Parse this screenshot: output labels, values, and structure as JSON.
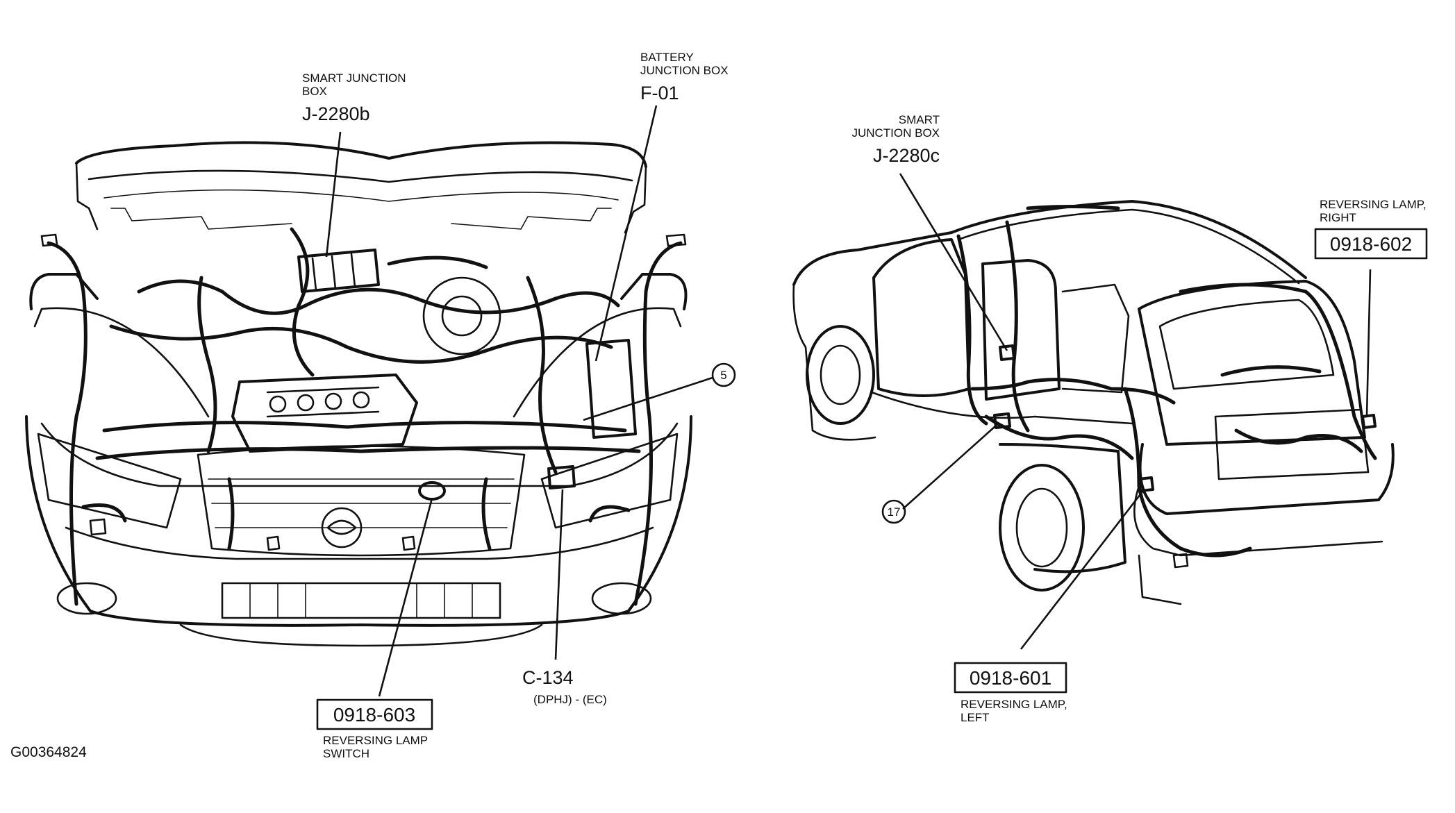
{
  "labels": {
    "sjb_b_title_1": "SMART JUNCTION",
    "sjb_b_title_2": "BOX",
    "sjb_b_code": "J-2280b",
    "bjb_title_1": "BATTERY",
    "bjb_title_2": "JUNCTION BOX",
    "bjb_code": "F-01",
    "callout_5": "5",
    "c134_code": "C-134",
    "c134_sub": "(DPHJ) - (EC)",
    "rls_box": "0918-603",
    "rls_title_1": "REVERSING LAMP",
    "rls_title_2": "SWITCH",
    "ref_code": "G00364824",
    "sjb_c_title_1": "SMART",
    "sjb_c_title_2": "JUNCTION BOX",
    "sjb_c_code": "J-2280c",
    "rlr_title_1": "REVERSING LAMP,",
    "rlr_title_2": "RIGHT",
    "rlr_box": "0918-602",
    "callout_17": "17",
    "rll_box": "0918-601",
    "rll_title_1": "REVERSING LAMP,",
    "rll_title_2": "LEFT"
  }
}
